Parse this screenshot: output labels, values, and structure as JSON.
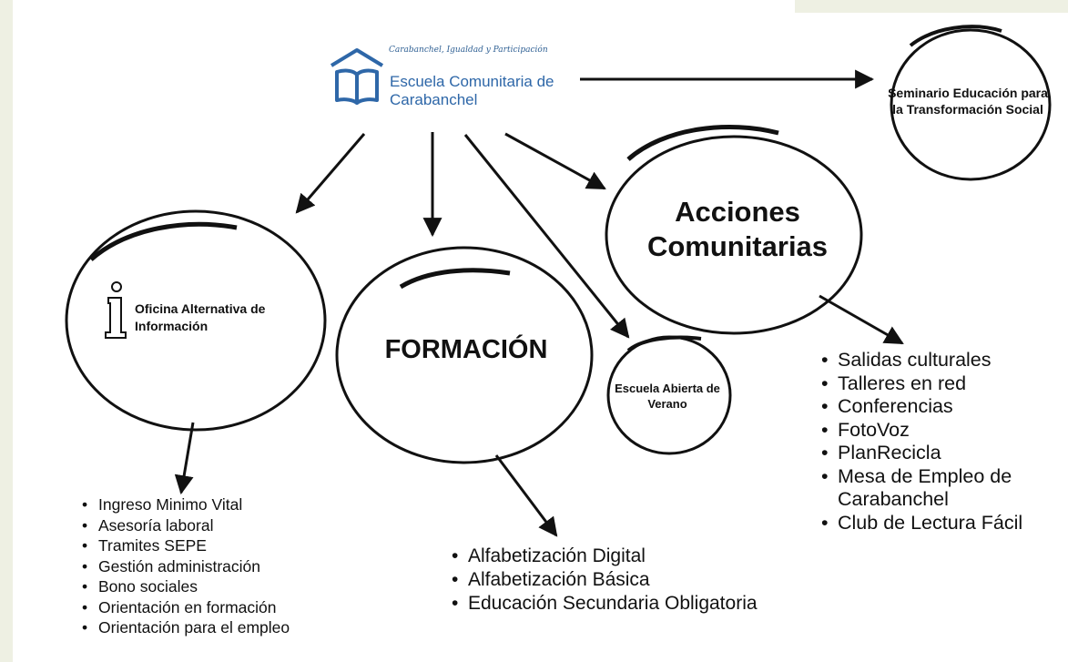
{
  "logo": {
    "tagline": "Carabanchel, Igualdad y Participación",
    "name": "Escuela Comunitaria de Carabanchel",
    "icon": "open-book-house-icon",
    "color": "#2e67a8"
  },
  "nodes": {
    "seminario": "Seminario Educación para la Transformación Social",
    "acciones": "Acciones Comunitarias",
    "oficina": "Oficina Alternativa de Información",
    "formacion": "FORMACIÓN",
    "escuela_abierta": "Escuela Abierta de Verano"
  },
  "lists": {
    "oficina": [
      "Ingreso Minimo Vital",
      "Asesoría laboral",
      "Tramites SEPE",
      "Gestión administración",
      "Bono sociales",
      "Orientación en formación",
      "Orientación para el empleo"
    ],
    "formacion": [
      "Alfabetización Digital",
      "Alfabetización Básica",
      "Educación Secundaria Obligatoria"
    ],
    "acciones": [
      "Salidas culturales",
      "Talleres en red",
      "Conferencias",
      "FotoVoz",
      "PlanRecicla",
      "Mesa de Empleo de Carabanchel",
      "Club de Lectura Fácil"
    ]
  },
  "icons": {
    "oficina": "info-icon"
  }
}
